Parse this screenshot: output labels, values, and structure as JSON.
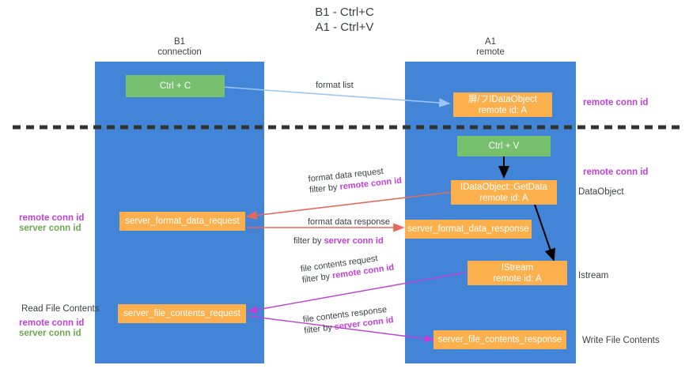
{
  "title": {
    "line1": "B1 - Ctrl+C",
    "line2": "A1 - Ctrl+V"
  },
  "columns": [
    {
      "name": "B1",
      "sub": "connection"
    },
    {
      "name": "A1",
      "sub": "remote"
    }
  ],
  "colors": {
    "lane": "#4285d6",
    "green_box": "#77c06e",
    "orange_box": "#fbb04d",
    "remote_conn_id": "#c13fd6",
    "server_conn_id_green": "#6aa84f",
    "server_conn_id_purple": "#c13fd6",
    "arrow_format_list": "#9fc5f8",
    "arrow_red": "#e8685a",
    "arrow_black": "#000000",
    "arrow_magenta": "#c13fd6",
    "separator": "#333333",
    "text": "#3c4043"
  },
  "boxes": {
    "ctrl_c": "Ctrl + C",
    "ctrl_v": "Ctrl + V",
    "idataobject_remote": {
      "line1": "屏/フIDataObject",
      "line2": "remote id: A"
    },
    "getdata_remote": {
      "line1": "IDataObject::GetData",
      "line2": "remote id: A"
    },
    "istream_remote": {
      "line1": "IStream",
      "line2": "remote id: A"
    },
    "server_format_data_request": "server_format_data_request",
    "server_format_data_response": "server_format_data_response",
    "server_file_contents_request": "server_file_contents_request",
    "server_file_contents_response": "server_file_contents_response"
  },
  "arrows": {
    "format_list": "format list",
    "format_data_request": "format data request",
    "format_data_request_filter_prefix": "filter by ",
    "format_data_request_filter_kw": "remote conn id",
    "format_data_response": "format data response",
    "format_data_response_filter_prefix": "filter by ",
    "format_data_response_filter_kw": "server conn id",
    "file_contents_request": "file contents request",
    "file_contents_request_filter_prefix": "filter by ",
    "file_contents_request_filter_kw": "remote conn id",
    "file_contents_response": "file contents response",
    "file_contents_response_filter_prefix": "filter by ",
    "file_contents_response_filter_kw": "server conn id"
  },
  "annotations": {
    "right_remote_conn_id_top": "remote conn id",
    "right_remote_conn_id_mid": "remote conn id",
    "right_dataobject": "DataObject",
    "right_istream": "Istream",
    "right_write_file_contents": "Write File Contents",
    "left_remote_conn_id": "remote conn id",
    "left_server_conn_id": "server conn id",
    "left_read_file_contents": "Read File Contents",
    "left_bottom_remote_conn_id": "remote conn id",
    "left_bottom_server_conn_id": "server conn id"
  }
}
